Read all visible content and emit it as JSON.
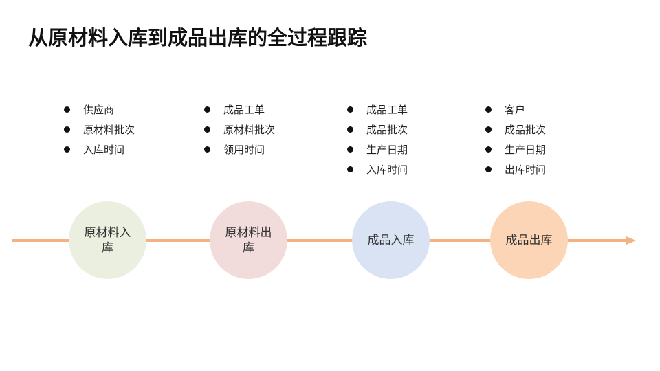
{
  "title": "从原材料入库到成品出库的全过程跟踪",
  "colors": {
    "arrow": "#F4B183",
    "stage_fills": [
      "#EBEFDF",
      "#F2DCDB",
      "#DAE3F3",
      "#FBD5B5"
    ]
  },
  "stages": [
    {
      "label": "原材料入库",
      "items": [
        "供应商",
        "原材料批次",
        "入库时间"
      ]
    },
    {
      "label": "原材料出库",
      "items": [
        "成品工单",
        "原材料批次",
        "领用时间"
      ]
    },
    {
      "label": "成品入库",
      "items": [
        "成品工单",
        "成品批次",
        "生产日期",
        "入库时间"
      ]
    },
    {
      "label": "成品出库",
      "items": [
        "客户",
        "成品批次",
        "生产日期",
        "出库时间"
      ]
    }
  ]
}
